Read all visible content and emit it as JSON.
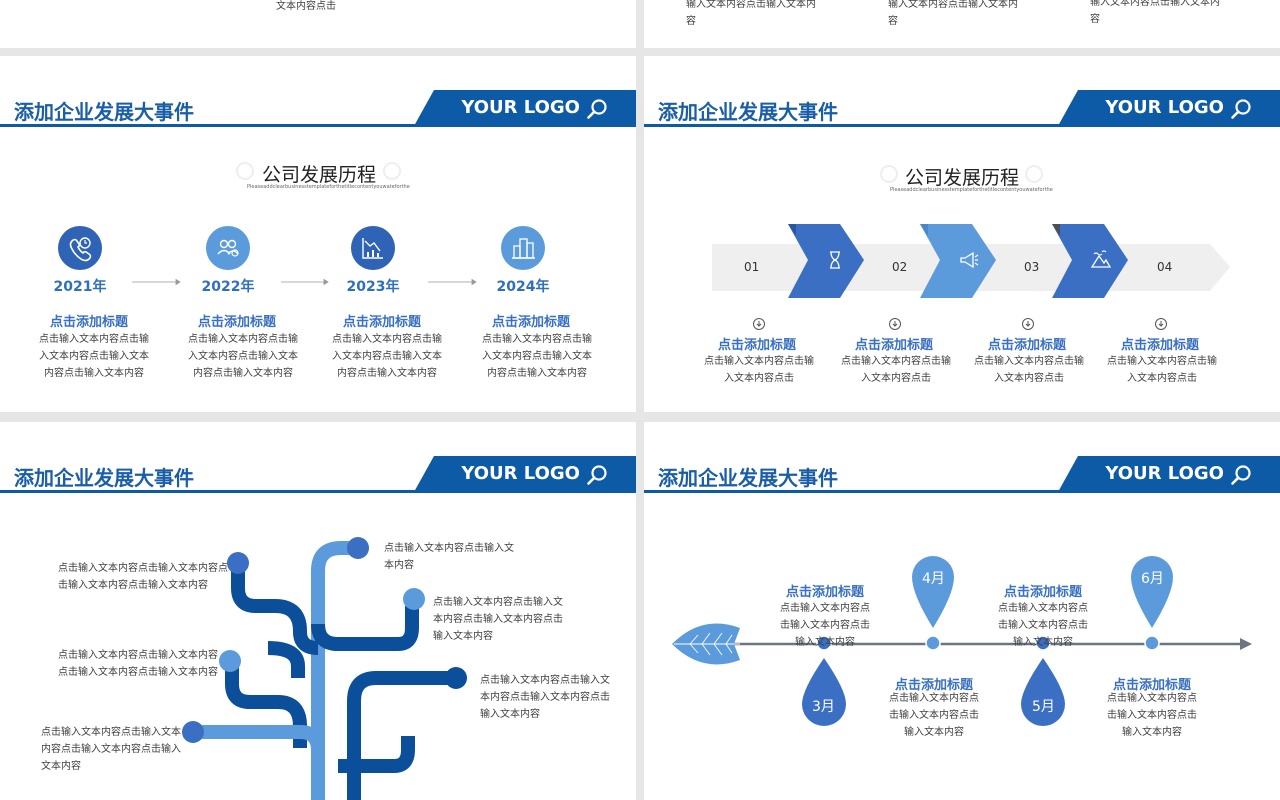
{
  "top_strip": {
    "left_text": "文本内容点击",
    "r1": [
      "输入文本内容点击输入文本内",
      "容"
    ],
    "r2": [
      "输入文本内容点击输入文本内",
      "容"
    ],
    "r3": [
      "输入文本内容点击输入文本内",
      "容"
    ]
  },
  "header": {
    "title": "添加企业发展大事件",
    "logo": "YOUR LOGO"
  },
  "slide_history": {
    "title": "公司发展历程",
    "subtitle": "Pleaseaddclearbusinesstemplateforthetitlecontentyouwateforthe",
    "items": [
      {
        "year": "2021年",
        "heading": "点击添加标题",
        "body": [
          "点击输入文本内容点击输",
          "入文本内容点击输入文本",
          "内容点击输入文本内容"
        ],
        "icon": "phone-clock-icon"
      },
      {
        "year": "2022年",
        "heading": "点击添加标题",
        "body": [
          "点击输入文本内容点击输",
          "入文本内容点击输入文本",
          "内容点击输入文本内容"
        ],
        "icon": "team-icon"
      },
      {
        "year": "2023年",
        "heading": "点击添加标题",
        "body": [
          "点击输入文本内容点击输",
          "入文本内容点击输入文本",
          "内容点击输入文本内容"
        ],
        "icon": "chart-decline-icon"
      },
      {
        "year": "2024年",
        "heading": "点击添加标题",
        "body": [
          "点击输入文本内容点击输",
          "入文本内容点击输入文本",
          "内容点击输入文本内容"
        ],
        "icon": "buildings-icon"
      }
    ]
  },
  "slide_steps": {
    "title": "公司发展历程",
    "subtitle": "Pleaseaddclearbusinesstemplateforthetitlecontentyouwateforthe",
    "numbers": [
      "01",
      "02",
      "03",
      "04"
    ],
    "icons": [
      "hourglass-icon",
      "megaphone-icon",
      "mountain-icon"
    ],
    "items": [
      {
        "heading": "点击添加标题",
        "body": [
          "点击输入文本内容点击输",
          "入文本内容点击"
        ]
      },
      {
        "heading": "点击添加标题",
        "body": [
          "点击输入文本内容点击输",
          "入文本内容点击"
        ]
      },
      {
        "heading": "点击添加标题",
        "body": [
          "点击输入文本内容点击输",
          "入文本内容点击"
        ]
      },
      {
        "heading": "点击添加标题",
        "body": [
          "点击输入文本内容点击输",
          "入文本内容点击"
        ]
      }
    ]
  },
  "slide_tree": {
    "labels": [
      [
        "点击输入文本内容点击输入文",
        "本内容"
      ],
      [
        "点击输入文本内容点击输入文本内容点",
        "击输入文本内容点击输入文本内容"
      ],
      [
        "点击输入文本内容点击输入文",
        "本内容点击输入文本内容点击",
        "输入文本内容"
      ],
      [
        "点击输入文本内容点击输入文本内容",
        "点击输入文本内容点击输入文本内容"
      ],
      [
        "点击输入文本内容点击输入文",
        "本内容点击输入文本内容点击",
        "输入文本内容"
      ],
      [
        "点击输入文本内容点击输入文本",
        "内容点击输入文本内容点击输入",
        "文本内容"
      ]
    ]
  },
  "slide_months": {
    "drops": [
      "3月",
      "4月",
      "5月",
      "6月"
    ],
    "items": [
      {
        "heading": "点击添加标题",
        "body": [
          "点击输入文本内容点",
          "击输入文本内容点击",
          "输入文本内容"
        ]
      },
      {
        "heading": "点击添加标题",
        "body": [
          "点击输入文本内容点",
          "击输入文本内容点击",
          "输入文本内容"
        ]
      },
      {
        "heading": "点击添加标题",
        "body": [
          "点击输入文本内容点",
          "击输入文本内容点击",
          "输入文本内容"
        ]
      },
      {
        "heading": "点击添加标题",
        "body": [
          "点击输入文本内容点",
          "击输入文本内容点击",
          "输入文本内容"
        ]
      }
    ]
  },
  "colors": {
    "brand": "#0d5aa7",
    "accent": "#4a8fd6",
    "light": "#5b9bdc",
    "dark": "#0b4f9a"
  }
}
